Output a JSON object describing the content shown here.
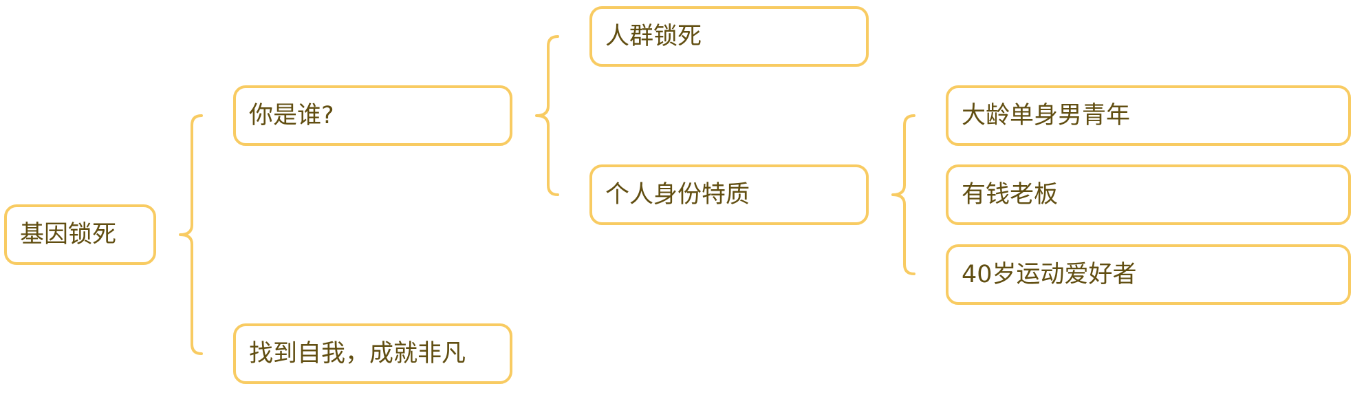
{
  "mindmap": {
    "root": {
      "label": "基因锁死"
    },
    "who": {
      "label": "你是谁?"
    },
    "find_self": {
      "label": "找到自我，成就非凡"
    },
    "crowd_lock": {
      "label": "人群锁死"
    },
    "identity": {
      "label": "个人身份特质"
    },
    "single_man": {
      "label": "大龄单身男青年"
    },
    "rich_boss": {
      "label": "有钱老板"
    },
    "sports_lover": {
      "label": "40岁运动爱好者"
    }
  },
  "colors": {
    "border": "#f8cb62",
    "text": "#614e11",
    "background": "#ffffff"
  }
}
